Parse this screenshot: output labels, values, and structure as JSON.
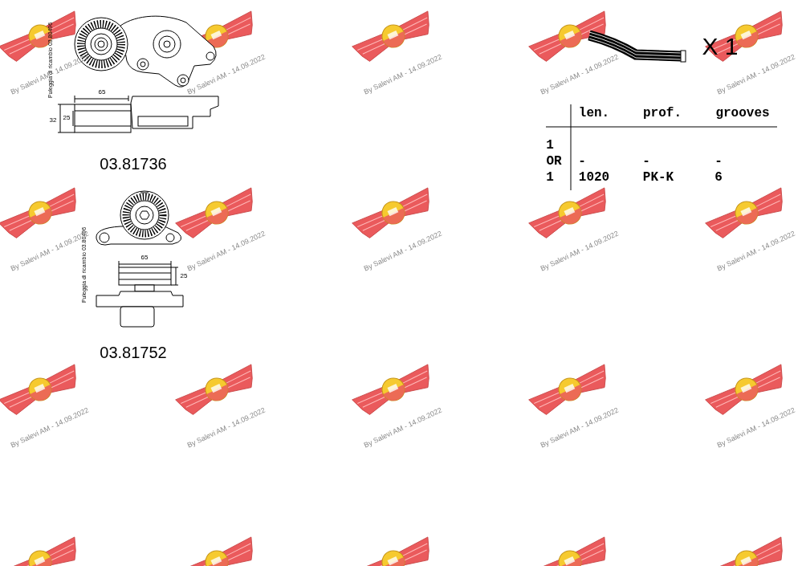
{
  "diagram": {
    "labels": [
      "Puleggia di ricambio 03.80496",
      "65",
      "32",
      "25",
      "03.81736",
      "Puleggia di ricambio 03.80496",
      "65",
      "25",
      "03.81752",
      "X 1",
      "len.",
      "prof.",
      "grooves",
      "1",
      "OR",
      "-",
      "-",
      "-",
      "1",
      "1020",
      "PK-K",
      "6",
      "By Salevi AM - 14.09.2022",
      "By Salevi AM - 14.09.2022",
      "By Salevi AM - 14.09.2022",
      "By Salevi AM - 14.09.2022",
      "By Salevi AM - 14.09.2022",
      "By Salevi AM - 14.09.2022",
      "By Salevi AM - 14.09.2022",
      "By Salevi AM - 14.09.2022",
      "By Salevi AM - 14.09.2022",
      "By Salevi AM - 14.09.2022",
      "By Salevi AM - 14.09.2022",
      "By Salevi AM - 14.09.2022",
      "By Salevi AM - 14.09.2022",
      "By Salevi AM - 14.09.2022",
      "By Salevi AM - 14.09.2022"
    ]
  }
}
